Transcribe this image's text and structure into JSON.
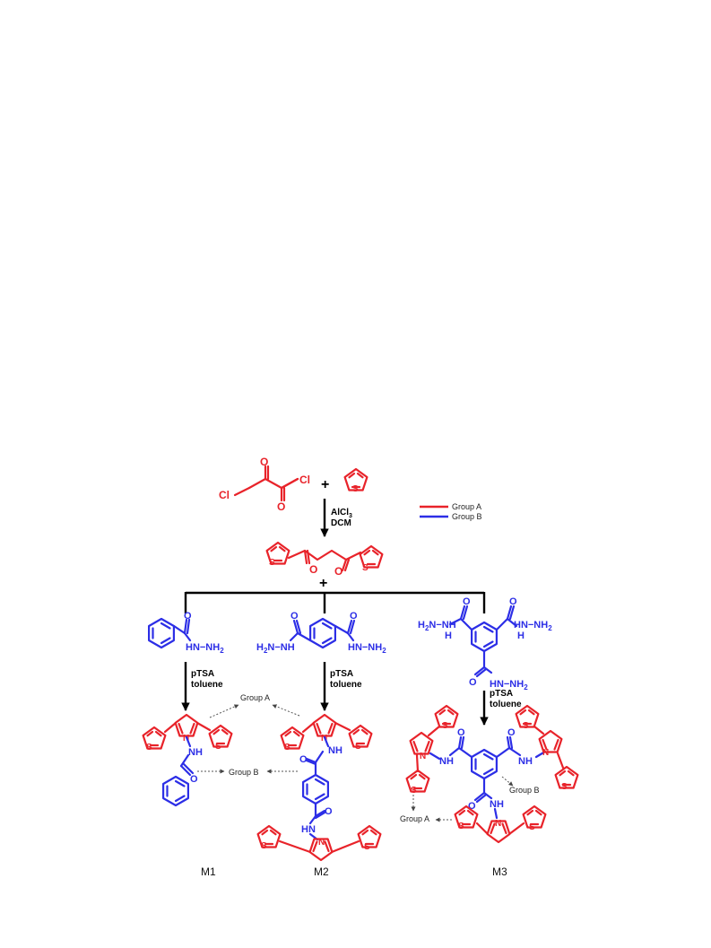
{
  "legend": {
    "group_a_label": "Group A",
    "group_b_label": "Group B",
    "group_a_color": "#e8232a",
    "group_b_color": "#2c2ee6"
  },
  "colors": {
    "group_a": "#e8232a",
    "group_b": "#2c2ee6",
    "arrow": "#000000"
  },
  "reagents": {
    "step1_line1": "AlCl",
    "step1_sub": "3",
    "step1_line2": "DCM",
    "step2_line1": "pTSA",
    "step2_line2": "toluene"
  },
  "atoms": {
    "chlorine": "Cl",
    "oxygen": "O",
    "sulfur": "S",
    "nitrogen": "N",
    "plus": "+"
  },
  "fragments": {
    "hydrazide": "HN−NH",
    "hydrazide_sub": "2",
    "h2n": "H",
    "h2n_sub": "2",
    "h2n_tail": "N−NH",
    "hn": "HN",
    "nh": "NH",
    "h": "H"
  },
  "annotations": {
    "group_a": "Group A",
    "group_b": "Group B"
  },
  "products": [
    "M1",
    "M2",
    "M3"
  ],
  "icons": [
    "thiophene-ring-icon",
    "benzene-ring-icon",
    "pyrrole-ring-icon",
    "reaction-arrow-icon"
  ]
}
